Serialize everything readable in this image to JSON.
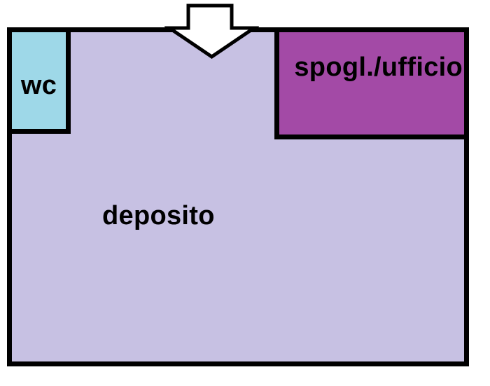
{
  "canvas": {
    "background": "#ffffff",
    "outline_color": "#000000"
  },
  "floorplan": {
    "rooms": {
      "deposito": {
        "label": "deposito",
        "fill": "#c7c1e3"
      },
      "wc": {
        "label": "wc",
        "fill": "#9ed8e8"
      },
      "spogl_ufficio": {
        "label": "spogl./ufficio",
        "fill": "#a34aa6"
      }
    },
    "entrance_arrow": {
      "direction": "down",
      "fill": "#ffffff",
      "outline": "#000000"
    }
  }
}
